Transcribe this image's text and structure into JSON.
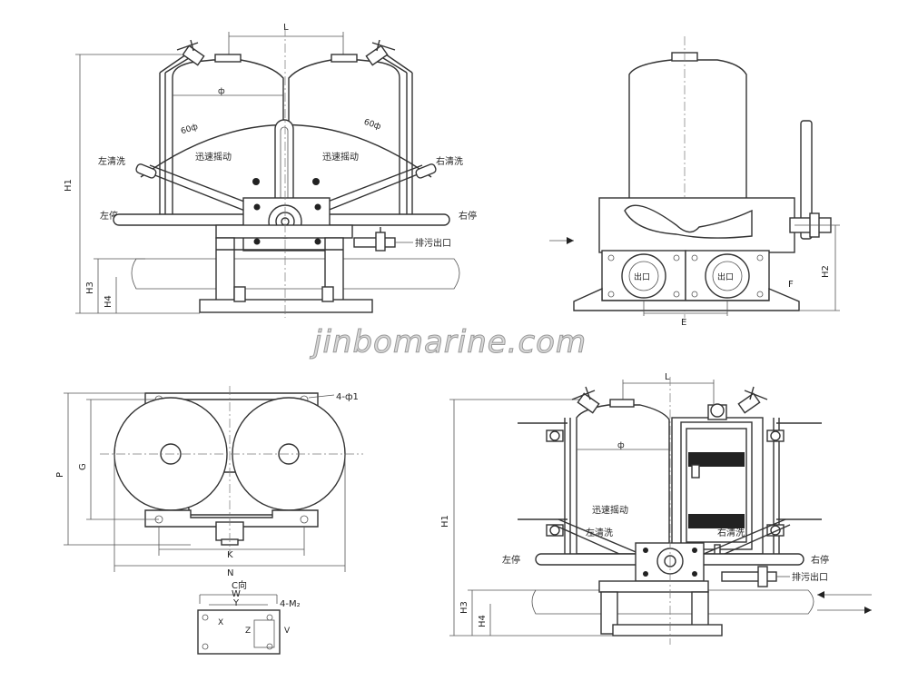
{
  "labels": {
    "L": "L",
    "H1": "H1",
    "H2": "H2",
    "H3": "H3",
    "H4": "H4",
    "E": "E",
    "F": "F",
    "P": "P",
    "G": "G",
    "K": "K",
    "N": "N",
    "W": "W",
    "Y": "Y",
    "X": "X",
    "Z": "Z",
    "V": "V",
    "phi": "ф",
    "angle": "60ф",
    "holes": "4-ф1",
    "mounting": "4-M₂",
    "view_c": "C向",
    "left_clean": "左清洗",
    "right_clean": "右清洗",
    "left_stop": "左停",
    "right_stop": "右停",
    "rapid_shake": "迅速摇动",
    "drain_outlet": "排污出口",
    "outlet": "出口"
  },
  "watermark": "jinbomarine.com"
}
